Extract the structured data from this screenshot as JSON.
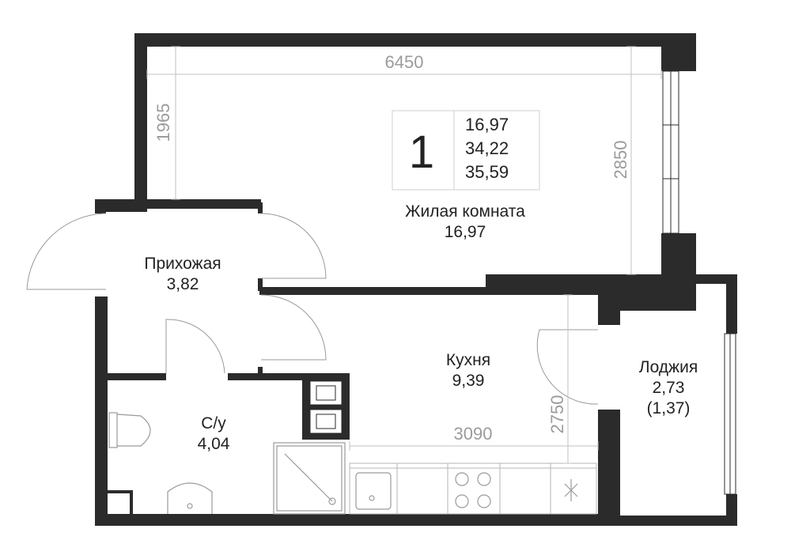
{
  "legend": {
    "rooms_count": "1",
    "areas": [
      "16,97",
      "34,22",
      "35,59"
    ]
  },
  "dimensions": {
    "top_width": "6450",
    "left_depth": "1965",
    "right_depth": "2850",
    "kitchen_width": "3090",
    "kitchen_depth": "2750"
  },
  "rooms": {
    "living": {
      "name": "Жилая комната",
      "area": "16,97"
    },
    "hall": {
      "name": "Прихожая",
      "area": "3,82"
    },
    "kitchen": {
      "name": "Кухня",
      "area": "9,39"
    },
    "bathroom": {
      "name": "С/у",
      "area": "4,04"
    },
    "loggia": {
      "name": "Лоджия",
      "area": "2,73",
      "area_reduced": "(1,37)"
    }
  },
  "colors": {
    "wall": "#2b2b2b",
    "dimension_line": "#c2c2c2",
    "dimension_text": "#9b9b9b"
  }
}
